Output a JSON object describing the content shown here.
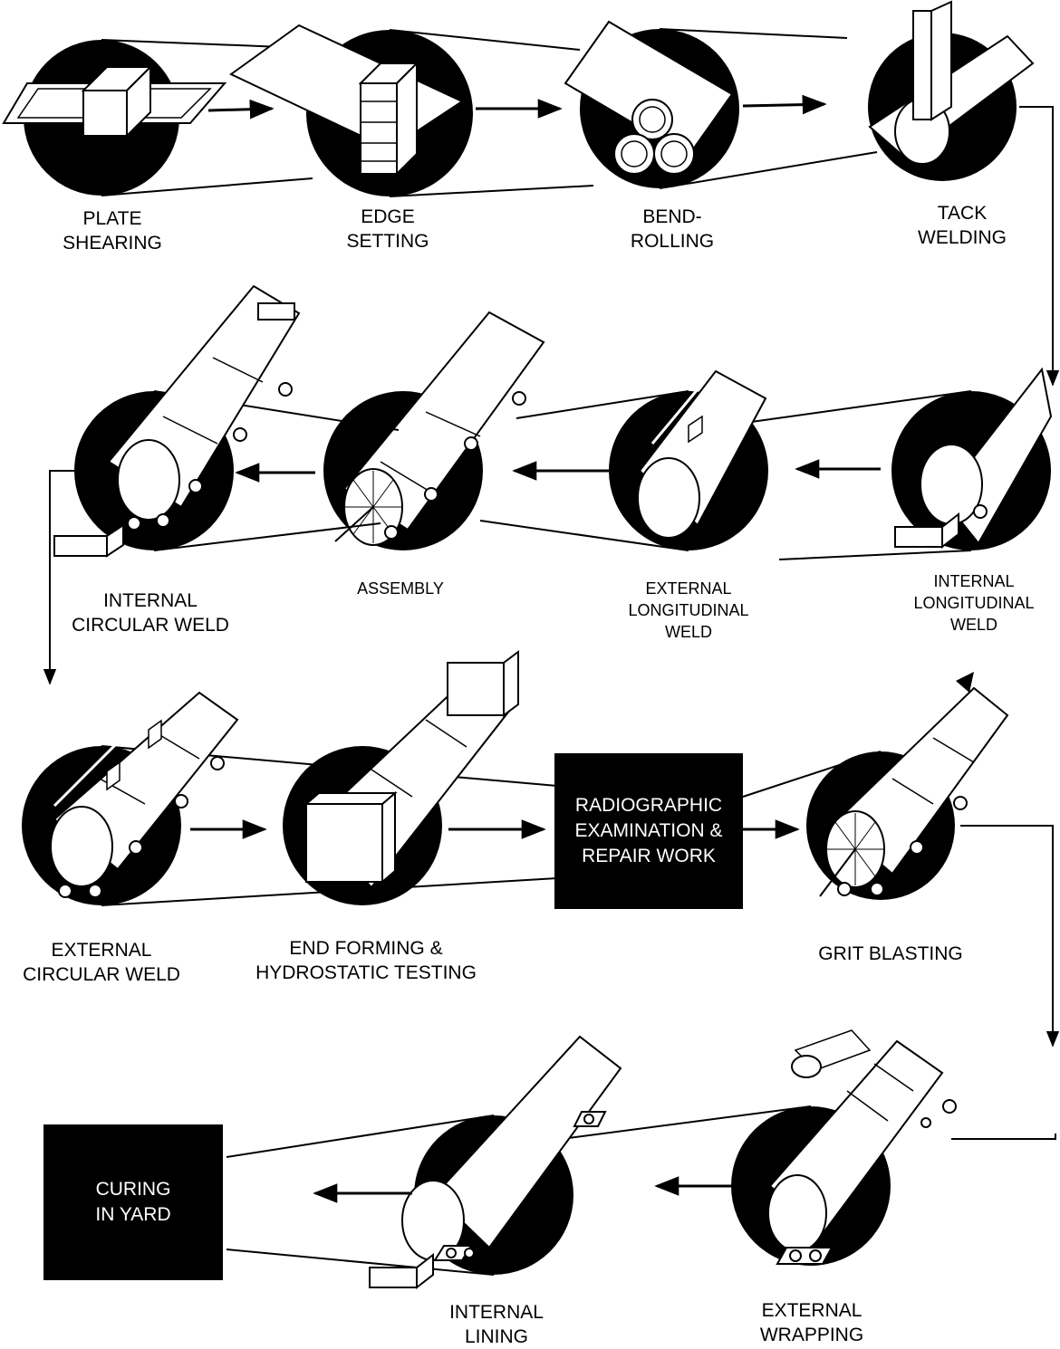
{
  "stages": [
    {
      "id": "plate-shearing",
      "lines": [
        "PLATE",
        "SHEARING"
      ]
    },
    {
      "id": "edge-setting",
      "lines": [
        "EDGE",
        "SETTING"
      ]
    },
    {
      "id": "bend-rolling",
      "lines": [
        "BEND-",
        "ROLLING"
      ]
    },
    {
      "id": "tack-welding",
      "lines": [
        "TACK",
        "WELDING"
      ]
    },
    {
      "id": "internal-longitudinal-weld",
      "lines": [
        "INTERNAL",
        "LONGITUDINAL",
        "WELD"
      ]
    },
    {
      "id": "external-longitudinal-weld",
      "lines": [
        "EXTERNAL",
        "LONGITUDINAL",
        "WELD"
      ]
    },
    {
      "id": "assembly",
      "lines": [
        "ASSEMBLY"
      ]
    },
    {
      "id": "internal-circular-weld",
      "lines": [
        "INTERNAL",
        "CIRCULAR WELD"
      ]
    },
    {
      "id": "external-circular-weld",
      "lines": [
        "EXTERNAL",
        "CIRCULAR WELD"
      ]
    },
    {
      "id": "end-forming",
      "lines": [
        "END FORMING &",
        "HYDROSTATIC TESTING"
      ]
    },
    {
      "id": "grit-blasting",
      "lines": [
        "GRIT  BLASTING"
      ]
    },
    {
      "id": "external-wrapping",
      "lines": [
        "EXTERNAL",
        "WRAPPING"
      ]
    },
    {
      "id": "internal-lining",
      "lines": [
        "INTERNAL",
        "LINING"
      ]
    }
  ],
  "boxes": {
    "radiographic": [
      "RADIOGRAPHIC",
      "EXAMINATION &",
      "REPAIR WORK"
    ],
    "curing": [
      "CURING",
      "IN YARD"
    ]
  },
  "colors": {
    "ink": "#000000",
    "paper": "#ffffff"
  }
}
